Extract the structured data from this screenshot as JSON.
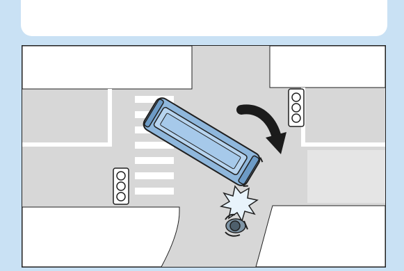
{
  "colors": {
    "page_background": "#c9e1f4",
    "road": "#d7d7d7",
    "lot": "#ffffff",
    "line": "#1f1f1f",
    "vehicle_body": "#8fb7dc",
    "vehicle_panel": "#b7d4ef",
    "arrow": "#1b1b1b",
    "impact_burst": "#e8f3fb"
  },
  "scene": {
    "elements": [
      "top-panel",
      "intersection",
      "crosswalk",
      "traffic-light-upper",
      "traffic-light-lower",
      "turning-bus",
      "turn-arrow",
      "impact-burst",
      "wheelchair-user"
    ],
    "traffic_light_lamps": 3
  }
}
